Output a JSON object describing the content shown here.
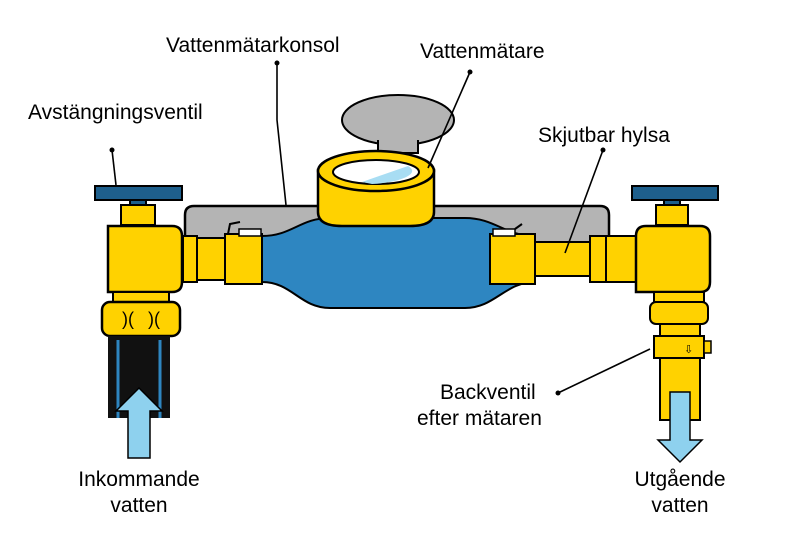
{
  "labels": {
    "console": "Vattenmätarkonsol",
    "meter": "Vattenmätare",
    "shutoff_valve": "Avstängningsventil",
    "sliding_sleeve": "Skjutbar hylsa",
    "check_valve_line1": "Backventil",
    "check_valve_line2": "efter mätaren",
    "inlet_line1": "Inkommande",
    "inlet_line2": "vatten",
    "outlet_line1": "Utgående",
    "outlet_line2": "vatten"
  },
  "colors": {
    "brass": "#FFD200",
    "meter_body": "#2E86C1",
    "console": "#B4B4B4",
    "valve_handle": "#1E5F8C",
    "pipe": "#111111",
    "pipe_accent": "#2E86C1",
    "arrow": "#8ED1EE",
    "outline": "#000000"
  },
  "icons": [
    "flow-in-arrow-icon",
    "flow-out-arrow-icon",
    "valve-handle-icon"
  ]
}
